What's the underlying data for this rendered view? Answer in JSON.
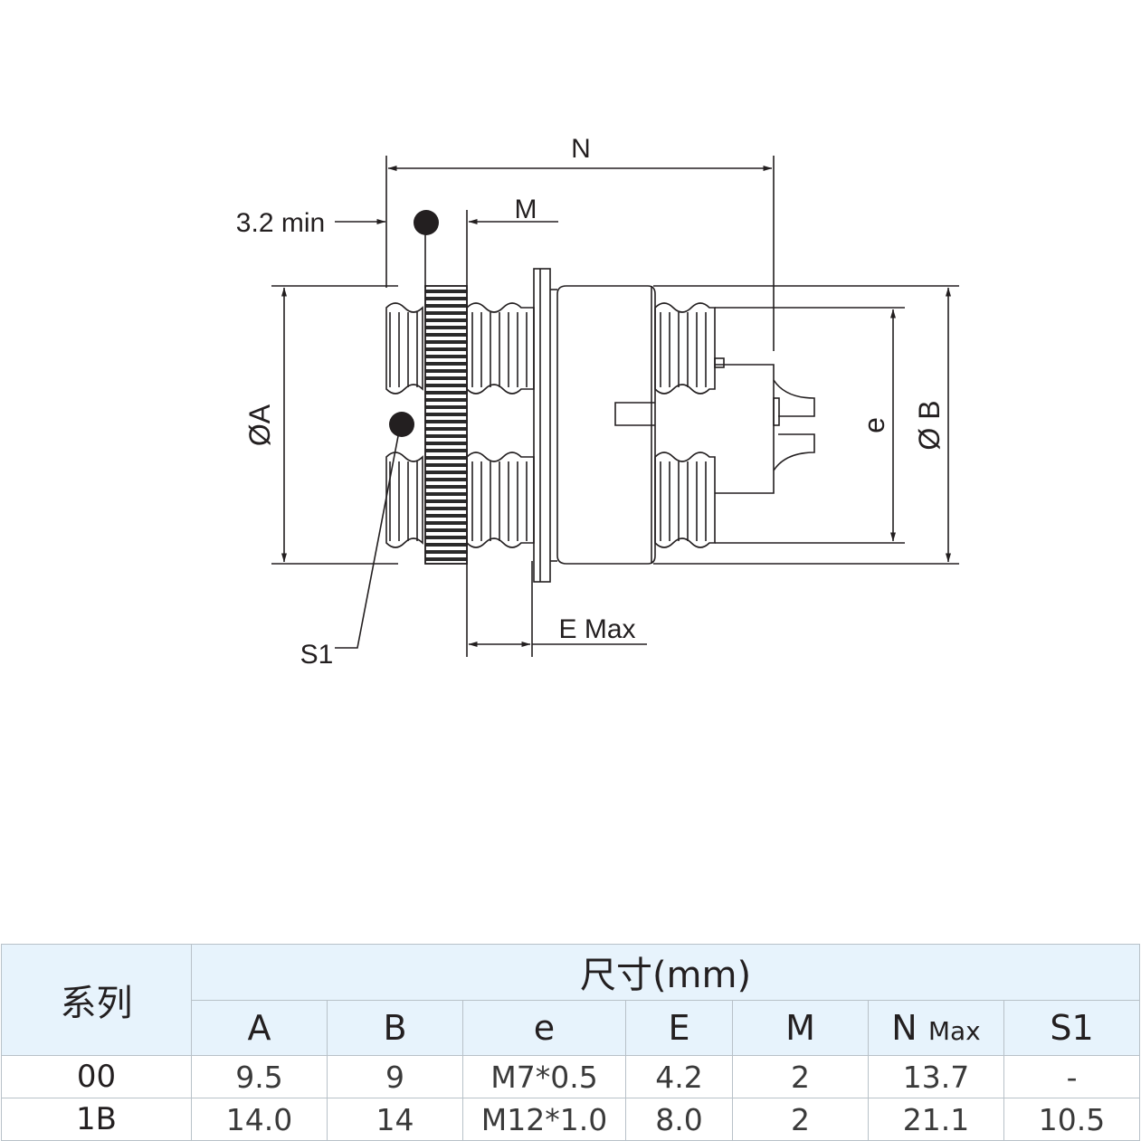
{
  "drawing": {
    "labels": {
      "n": "N",
      "min": "3.2 min",
      "m": "M",
      "a": "ØA",
      "b": "Ø B",
      "e_small": "e",
      "s1": "S1",
      "emax": "E Max"
    }
  },
  "table": {
    "series_header": "系列",
    "dim_header": "尺寸(mm)",
    "columns": [
      "A",
      "B",
      "e",
      "E",
      "M",
      "N",
      "S1"
    ],
    "n_suffix": "Max",
    "rows": [
      {
        "series": "00",
        "values": [
          "9.5",
          "9",
          "M7*0.5",
          "4.2",
          "2",
          "13.7",
          "-"
        ]
      },
      {
        "series": "1B",
        "values": [
          "14.0",
          "14",
          "M12*1.0",
          "8.0",
          "2",
          "21.1",
          "10.5"
        ]
      }
    ]
  }
}
